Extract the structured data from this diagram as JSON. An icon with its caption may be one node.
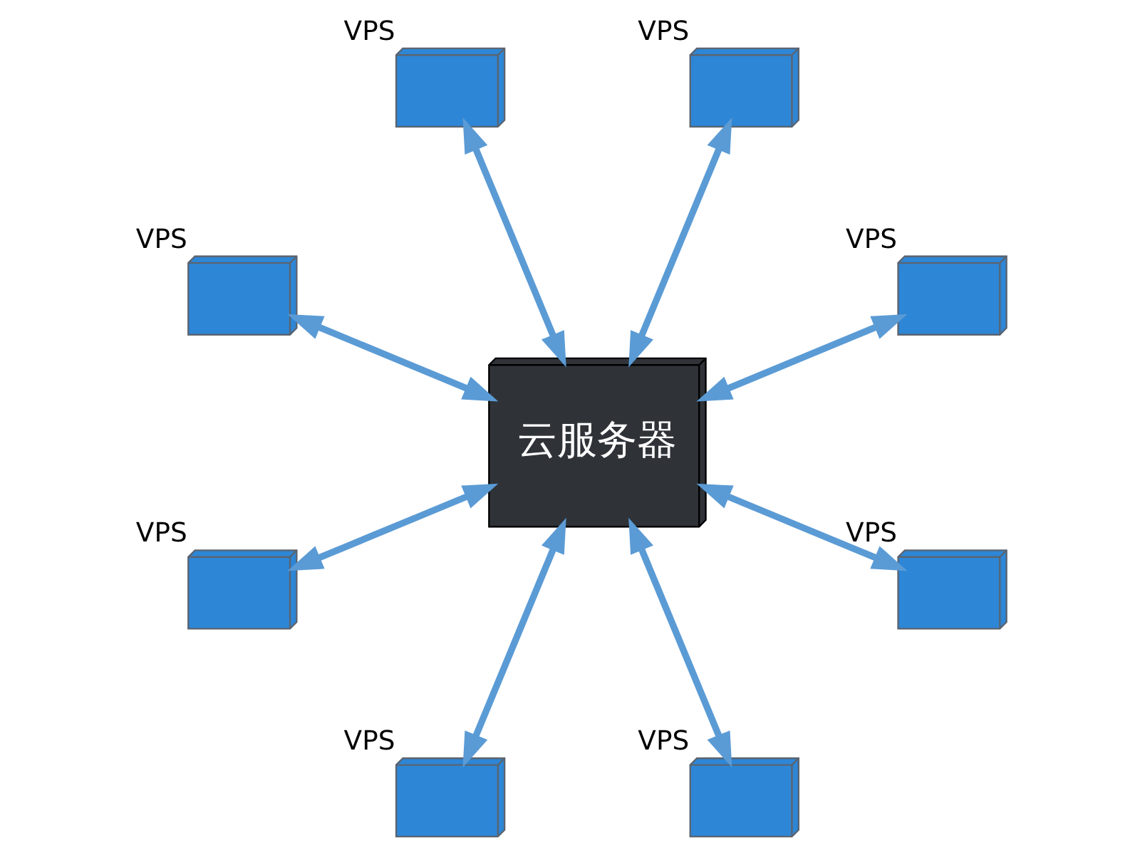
{
  "diagram": {
    "nodes": [
      {
        "text": [
          "云服务器"
        ]
      },
      {
        "text": [],
        "shape": "picture",
        "beside": [
          "VPS"
        ]
      },
      {
        "text": [],
        "shape": "picture",
        "beside": [
          "VPS"
        ]
      },
      {
        "text": [],
        "shape": "picture",
        "beside": [
          "VPS"
        ]
      },
      {
        "text": [],
        "shape": "picture",
        "beside": [
          "VPS"
        ]
      },
      {
        "text": [],
        "shape": "picture",
        "beside": [
          "VPS"
        ]
      },
      {
        "text": [],
        "shape": "picture",
        "beside": [
          "VPS"
        ]
      },
      {
        "text": [],
        "shape": "picture",
        "beside": [
          "VPS"
        ]
      },
      {
        "text": [],
        "shape": "picture",
        "beside": [
          "VPS"
        ]
      }
    ],
    "edges": [
      {
        "from": 0,
        "to": 1,
        "arrow": "both"
      },
      {
        "from": 0,
        "to": 2,
        "arrow": "both"
      },
      {
        "from": 0,
        "to": 3,
        "arrow": "both"
      },
      {
        "from": 0,
        "to": 4,
        "arrow": "both"
      },
      {
        "from": 0,
        "to": 5,
        "arrow": "both"
      },
      {
        "from": 0,
        "to": 6,
        "arrow": "both"
      },
      {
        "from": 0,
        "to": 7,
        "arrow": "both"
      },
      {
        "from": 0,
        "to": 8,
        "arrow": "both"
      }
    ]
  }
}
